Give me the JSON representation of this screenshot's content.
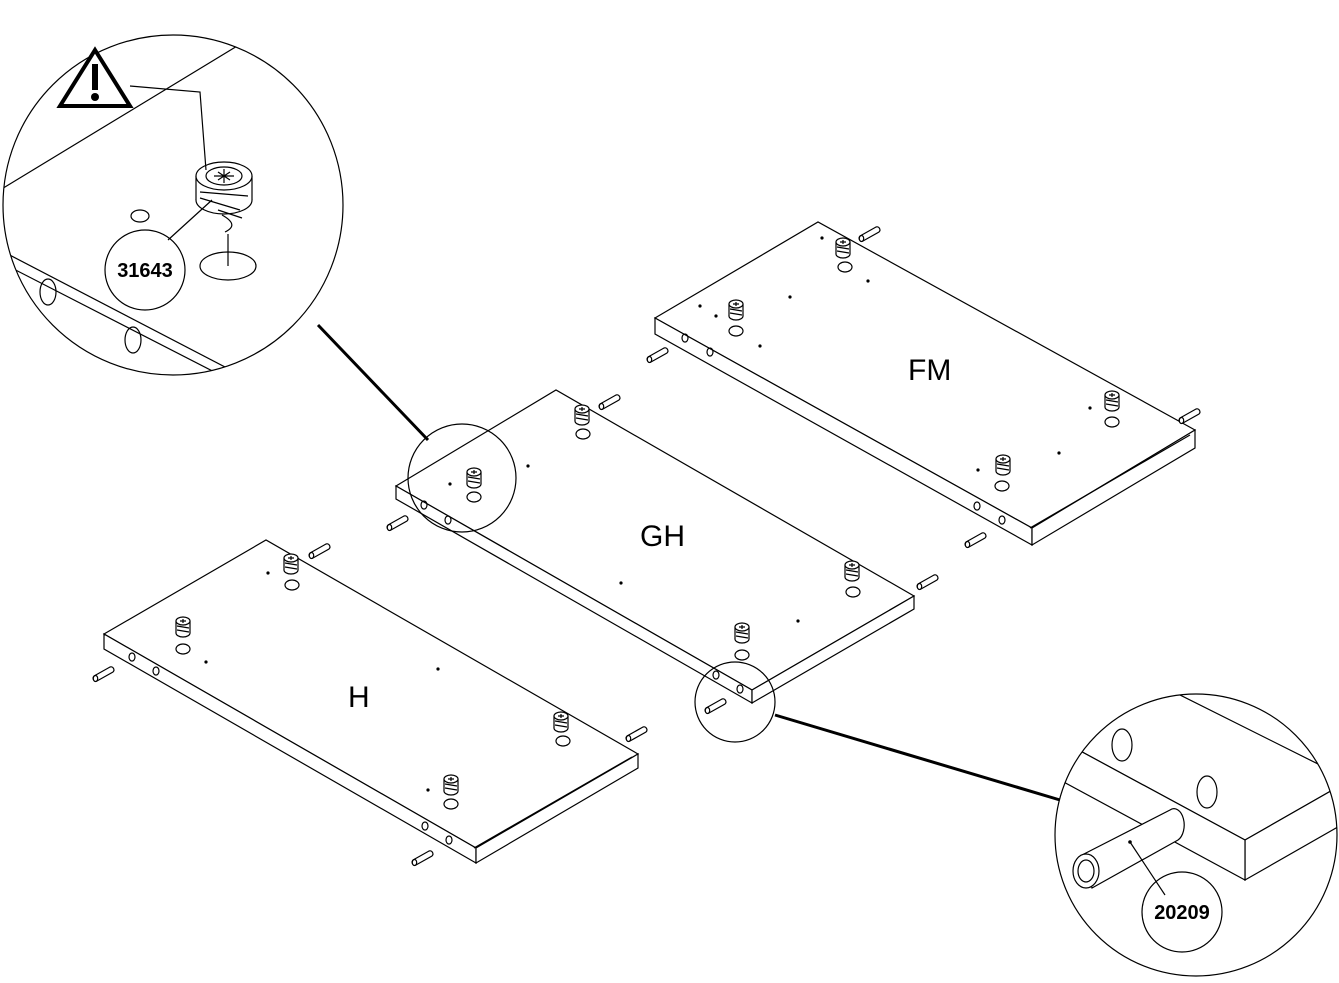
{
  "diagram": {
    "panels": [
      {
        "id": "fm",
        "label": "FM"
      },
      {
        "id": "gh",
        "label": "GH"
      },
      {
        "id": "h",
        "label": "H"
      }
    ],
    "callouts": {
      "cam_lock": {
        "part_code": "31643",
        "icon": "warning-triangle-icon"
      },
      "dowel": {
        "part_code": "20209"
      }
    },
    "colors": {
      "line": "#000000",
      "background": "#ffffff"
    }
  }
}
